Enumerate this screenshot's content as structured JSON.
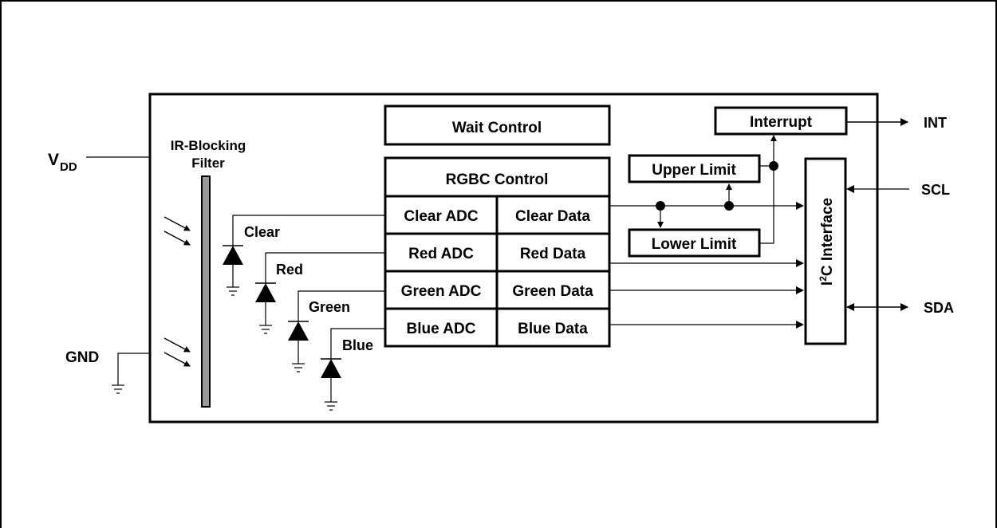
{
  "pins": {
    "vdd_main": "V",
    "vdd_sub": "DD",
    "gnd": "GND",
    "int": "INT",
    "scl": "SCL",
    "sda": "SDA"
  },
  "filter": {
    "label_line1": "IR-Blocking",
    "label_line2": "Filter"
  },
  "photodiodes": [
    "Clear",
    "Red",
    "Green",
    "Blue"
  ],
  "blocks": {
    "wait_control": "Wait Control",
    "rgbc_control": "RGBC Control",
    "adcs": [
      "Clear ADC",
      "Red ADC",
      "Green ADC",
      "Blue ADC"
    ],
    "data": [
      "Clear Data",
      "Red Data",
      "Green Data",
      "Blue Data"
    ],
    "interrupt": "Interrupt",
    "upper_limit": "Upper Limit",
    "lower_limit": "Lower Limit",
    "i2c_prefix": "I",
    "i2c_sup": "2",
    "i2c_suffix": "C Interface"
  }
}
